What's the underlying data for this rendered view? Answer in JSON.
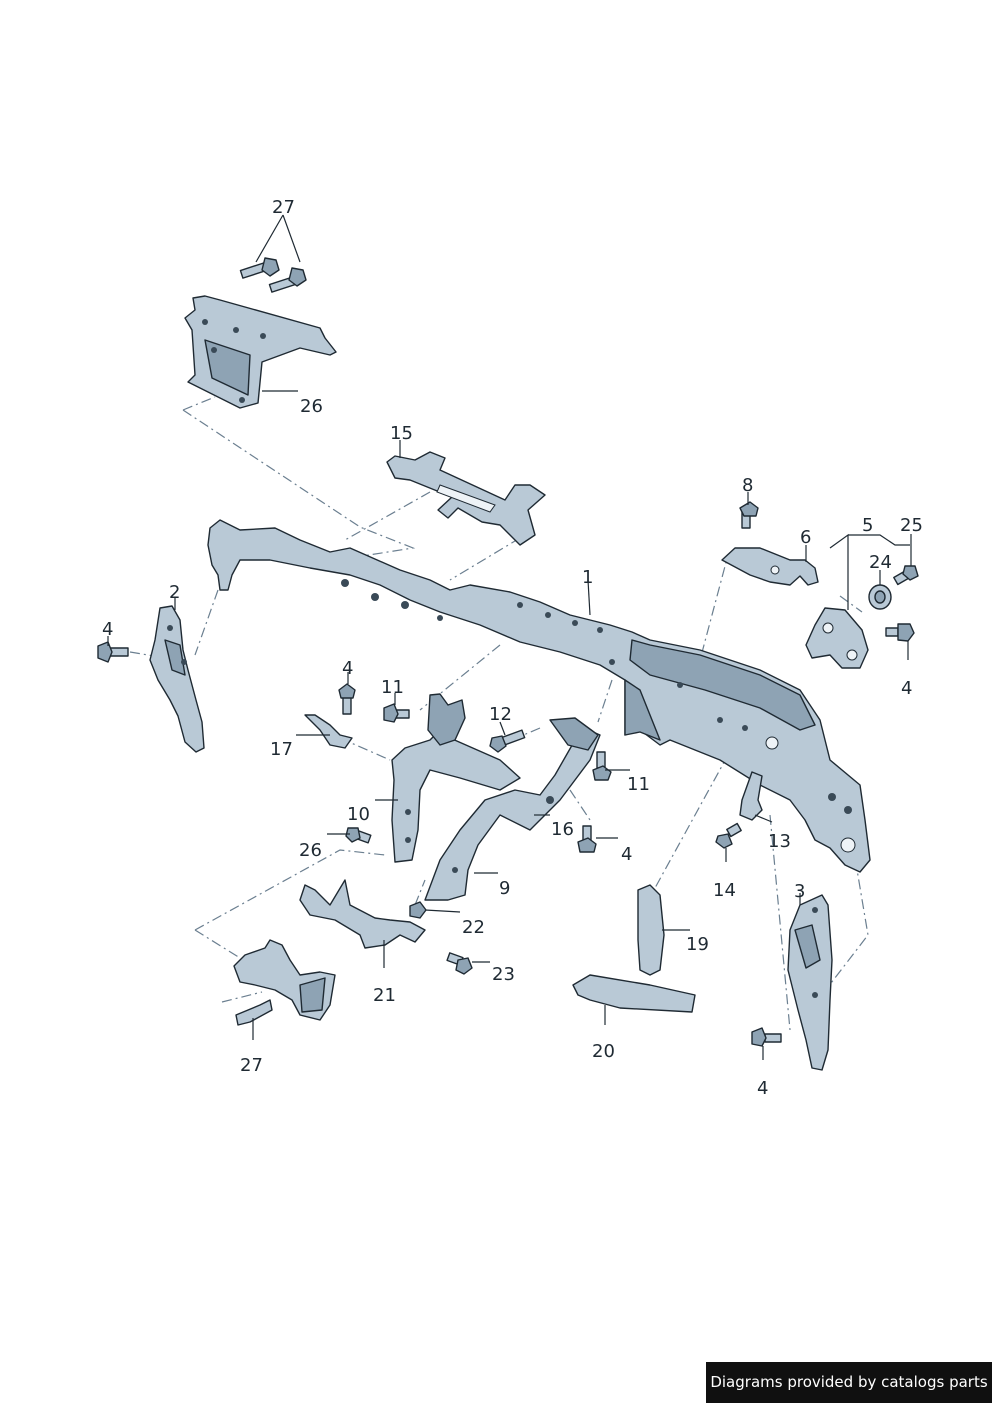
{
  "callouts": {
    "c1": "1",
    "c2": "2",
    "c3": "3",
    "c4a": "4",
    "c4b": "4",
    "c4c": "4",
    "c4d": "4",
    "c4e": "4",
    "c5": "5",
    "c6": "6",
    "c8": "8",
    "c9": "9",
    "c10": "10",
    "c11a": "11",
    "c11b": "11",
    "c12": "12",
    "c13": "13",
    "c14": "14",
    "c15": "15",
    "c16": "16",
    "c17": "17",
    "c19": "19",
    "c20": "20",
    "c21": "21",
    "c22": "22",
    "c23": "23",
    "c24": "24",
    "c25": "25",
    "c26a": "26",
    "c26b": "26",
    "c27a": "27",
    "c27b": "27"
  },
  "watermark": "Diagrams provided by catalogs parts",
  "colors": {
    "part_fill": "#b9c9d6",
    "outline": "#1f2a33",
    "watermark_bg": "#101010"
  }
}
